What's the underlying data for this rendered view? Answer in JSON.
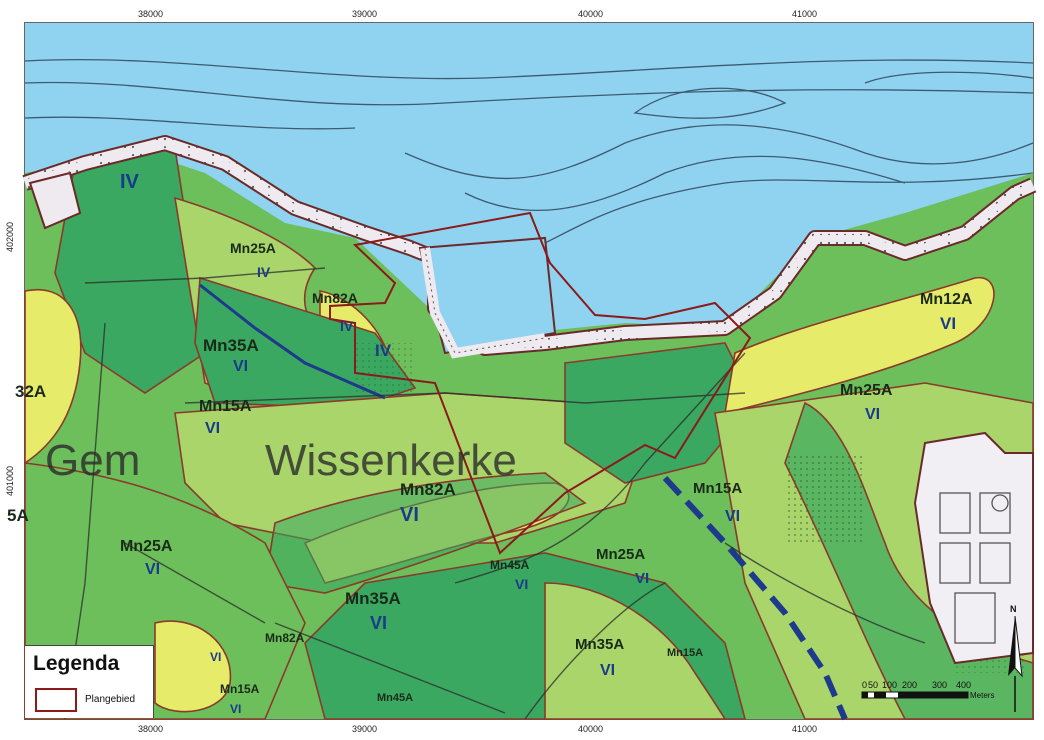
{
  "map": {
    "town_label": "Gem",
    "place_label": "Wissenkerke",
    "soil_labels": [
      {
        "text": "IV",
        "color": "#1a3a8a"
      },
      {
        "text": "Mn25A"
      },
      {
        "text": "IV"
      },
      {
        "text": "Mn82A"
      },
      {
        "text": "IV"
      },
      {
        "text": "IV"
      },
      {
        "text": "Mn35A"
      },
      {
        "text": "VI"
      },
      {
        "text": "32A"
      },
      {
        "text": "Mn15A"
      },
      {
        "text": "VI"
      },
      {
        "text": "Mn82A"
      },
      {
        "text": "VI"
      },
      {
        "text": "5A"
      },
      {
        "text": "Mn25A"
      },
      {
        "text": "VI"
      },
      {
        "text": "Mn45A"
      },
      {
        "text": "VI"
      },
      {
        "text": "Mn35A"
      },
      {
        "text": "VI"
      },
      {
        "text": "Mn82A"
      },
      {
        "text": "VI"
      },
      {
        "text": "Mn15A"
      },
      {
        "text": "VI"
      },
      {
        "text": "Mn45A"
      },
      {
        "text": "Mn15A"
      },
      {
        "text": "VI"
      },
      {
        "text": "Mn25A"
      },
      {
        "text": "VI"
      },
      {
        "text": "Mn35A"
      },
      {
        "text": "VI"
      },
      {
        "text": "Mn15A"
      },
      {
        "text": "Mn25A"
      },
      {
        "text": "VI"
      },
      {
        "text": "Mn12A"
      },
      {
        "text": "VI"
      }
    ]
  },
  "axes": {
    "x_ticks": [
      "38000",
      "39000",
      "40000",
      "41000"
    ],
    "y_ticks": [
      "402000",
      "401000"
    ]
  },
  "legend": {
    "title": "Legenda",
    "items": [
      {
        "label": "Plangebied",
        "color": "#8b1a1a"
      }
    ]
  },
  "scalebar": {
    "labels": [
      "0",
      "50",
      "100",
      "200",
      "300",
      "400"
    ],
    "unit": "Meters"
  },
  "north_arrow": {
    "label": "N",
    "icon": "north-arrow-icon"
  },
  "colors": {
    "water": "#8fd3f0",
    "soil_dark_green": "#3aa860",
    "soil_mid_green": "#6cbf5a",
    "soil_light_green": "#a9d56a",
    "soil_yellow": "#e6ec6a",
    "soil_boundary": "#8b3a2a",
    "dike": "#e9e4ea",
    "plan_area": "#8b1a1a",
    "road_blue": "#1e3a8c"
  }
}
